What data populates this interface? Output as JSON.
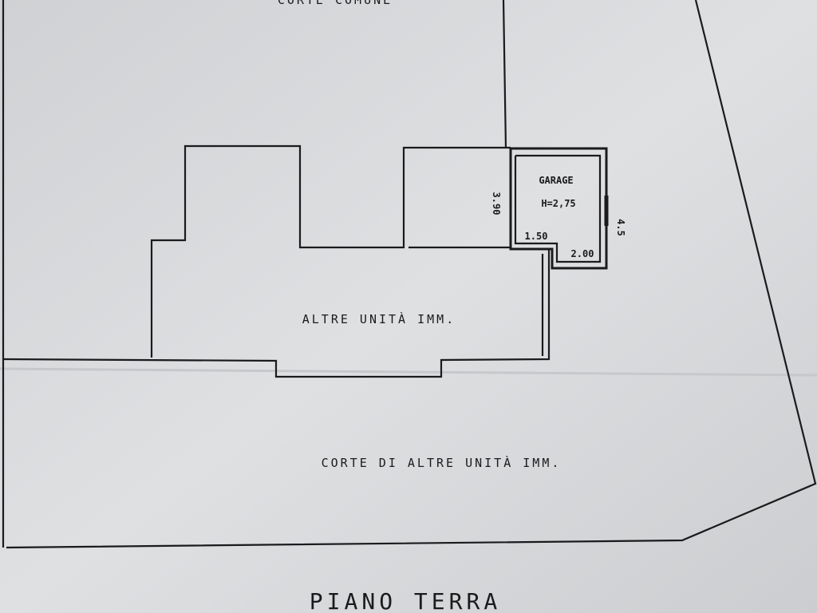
{
  "plan": {
    "top_label": "CORTE COMUNE",
    "main_unit_label": "ALTRE UNITÀ IMM.",
    "courtyard_label": "CORTE DI ALTRE UNITÀ IMM.",
    "floor_title": "PIANO TERRA",
    "garage": {
      "name": "GARAGE",
      "height": "H=2,75",
      "dim_depth": "3.90",
      "dim_right": "4.5",
      "dim_door": "1.50",
      "dim_width": "2.00"
    },
    "colors": {
      "paper": "#d6d8db",
      "ink": "#1b1b1d"
    }
  }
}
